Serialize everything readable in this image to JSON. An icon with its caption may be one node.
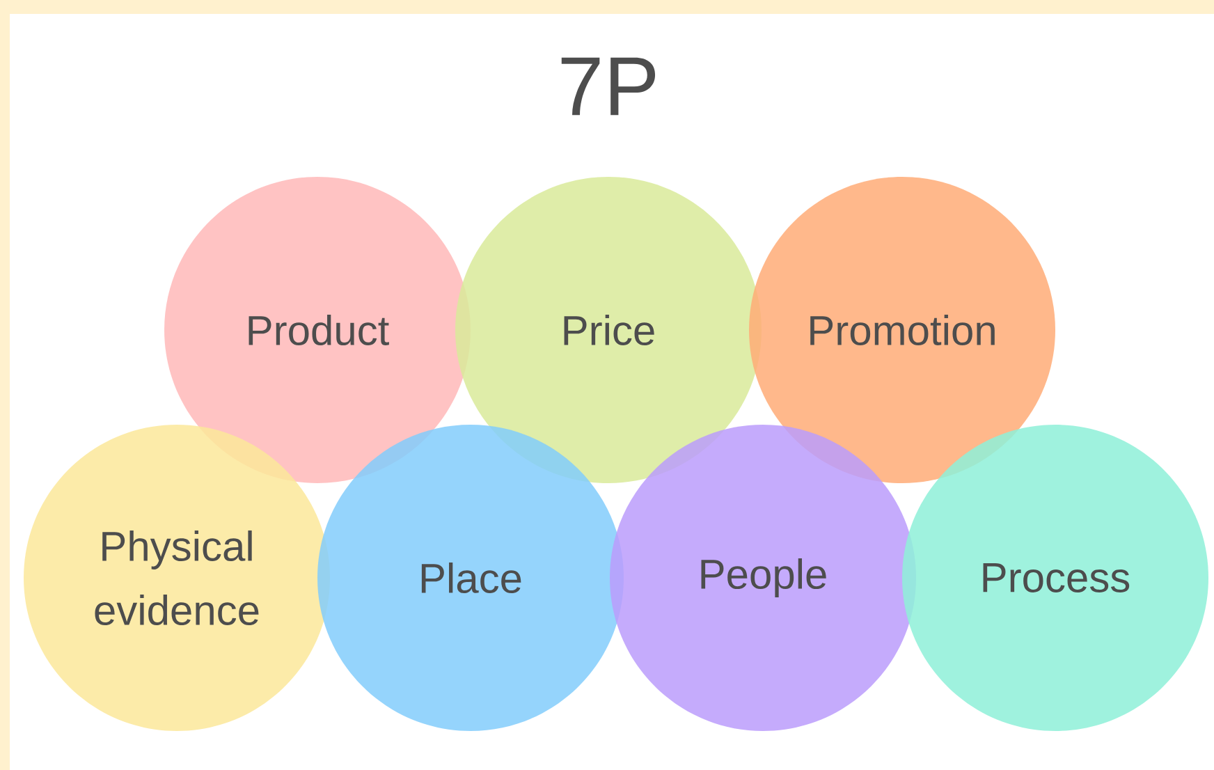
{
  "diagram": {
    "title": "7P",
    "nodes": [
      {
        "text": [
          "Product"
        ]
      },
      {
        "text": [
          "Price"
        ]
      },
      {
        "text": [
          "Promotion"
        ]
      },
      {
        "text": [
          "Physical evidence"
        ]
      },
      {
        "text": [
          "Place"
        ]
      },
      {
        "text": [
          "People"
        ]
      },
      {
        "text": [
          "Process"
        ]
      }
    ]
  }
}
